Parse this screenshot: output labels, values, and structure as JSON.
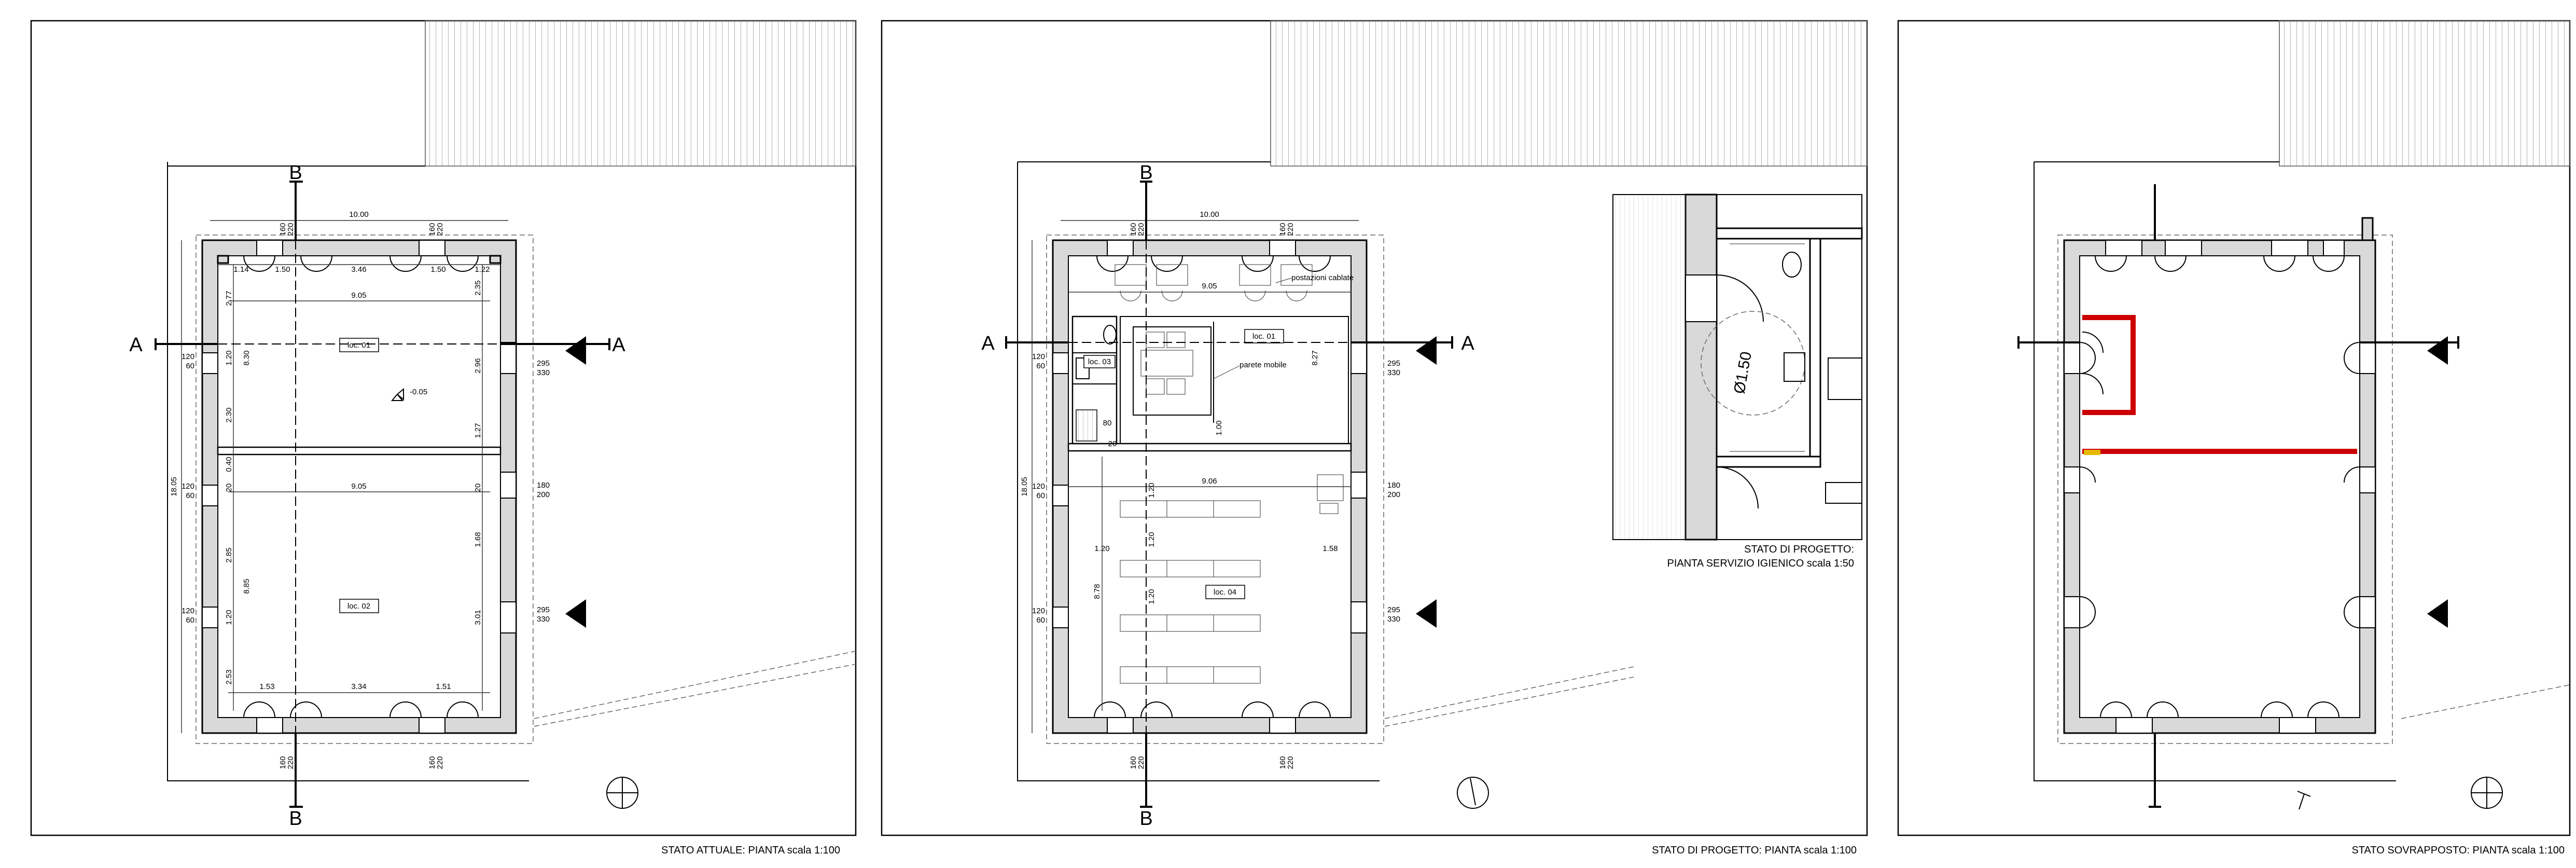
{
  "panels": [
    {
      "id": "stato-attuale",
      "caption": "STATO ATTUALE: PIANTA  scala 1:100",
      "section_labels": {
        "A_left": "A",
        "A_right": "A",
        "B_top": "B",
        "B_bottom": "B"
      },
      "rooms": [
        {
          "label": "loc. 01"
        },
        {
          "label": "loc. 02"
        }
      ],
      "dimensions": {
        "overall_width": "10.00",
        "overall_height": "18.05",
        "top_openings": [
          "160",
          "220",
          "160",
          "220"
        ],
        "bottom_openings": [
          "160",
          "220",
          "160",
          "220"
        ],
        "top_segments": [
          "1.14",
          "1.50",
          "3.46",
          "1.50",
          "1.22"
        ],
        "room1_width": "9.05",
        "room2_width": "9.05",
        "bottom_segments": [
          "1.53",
          "3.34",
          "1.51"
        ],
        "left_windows": [
          "120",
          "60",
          "120",
          "60",
          "120",
          "60"
        ],
        "right_windows": [
          "295",
          "330",
          "180",
          "200",
          "295",
          "330"
        ],
        "room1_height": "8.30",
        "room2_height": "8.85",
        "vertical_inner": [
          "2.77",
          "1.20",
          "2.30",
          "0.40",
          "20",
          "2.85",
          "1.20",
          "2.53",
          "2.35",
          "2.96",
          "1.27",
          "20",
          "1.68",
          "3.01"
        ],
        "level_mark": "-0.05"
      }
    },
    {
      "id": "stato-progetto",
      "caption": "STATO DI PROGETTO: PIANTA  scala 1:100",
      "section_labels": {
        "A_left": "A",
        "A_right": "A",
        "B_top": "B",
        "B_bottom": "B"
      },
      "rooms": [
        {
          "label": "loc. 01"
        },
        {
          "label": "loc. 03"
        },
        {
          "label": "loc. 04"
        }
      ],
      "notes": [
        "postazioni cablate",
        "parete mobile"
      ],
      "dimensions": {
        "overall_width": "10.00",
        "overall_height": "18.05",
        "top_openings": [
          "160",
          "220",
          "160",
          "220"
        ],
        "bottom_openings": [
          "160",
          "220",
          "160",
          "220"
        ],
        "top_inner": "9.05",
        "mid_inner": "9.06",
        "left_windows": [
          "120",
          "60",
          "120",
          "60",
          "120",
          "60"
        ],
        "right_windows": [
          "295",
          "330",
          "180",
          "200",
          "295",
          "330"
        ],
        "room_heights": [
          "8.27",
          "8.78"
        ],
        "misc": [
          "1.00",
          "1.20",
          "1.20",
          "1.20",
          "1.58",
          "1.20",
          "80",
          "20"
        ]
      }
    },
    {
      "id": "dettaglio-bagno",
      "caption_line1": "STATO DI PROGETTO:",
      "caption_line2": "PIANTA SERVIZIO IGIENICO   scala 1:50",
      "turning_circle": "Ø1.50"
    },
    {
      "id": "stato-sovrapposto",
      "caption": "STATO SOVRAPPOSTO: PIANTA  scala 1:100",
      "colors": {
        "demolition": "#cc0000",
        "new": "#e6b800"
      }
    }
  ]
}
